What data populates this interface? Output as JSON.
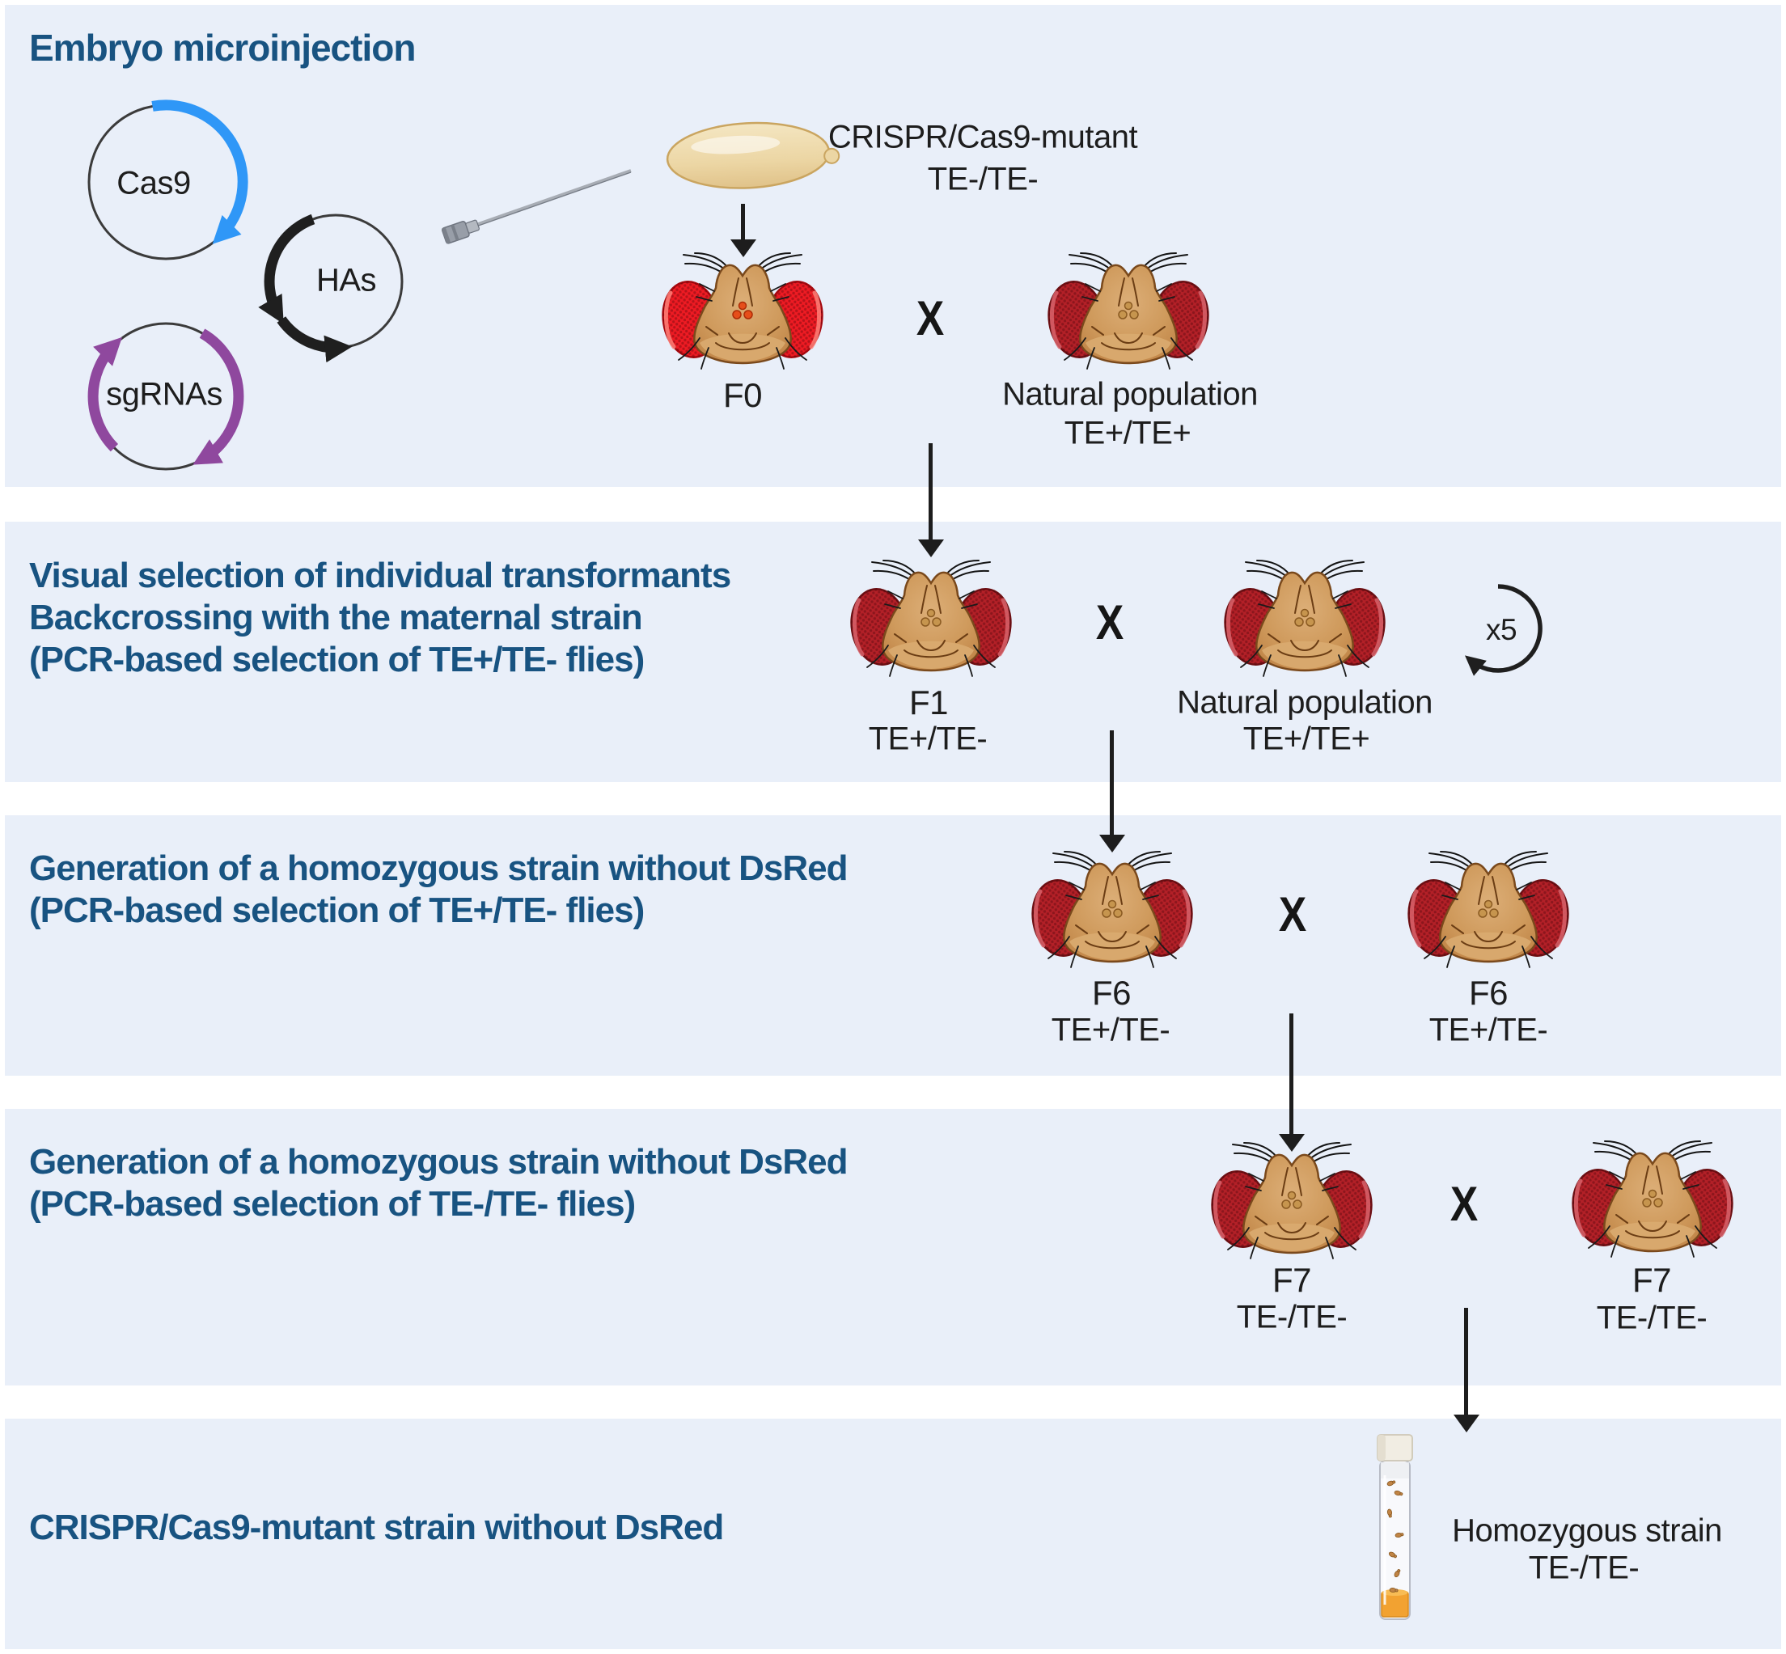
{
  "colors": {
    "panel_bg": "#e9eff9",
    "title_blue": "#185381",
    "text": "#1d1d1d",
    "cas9_arc": "#2f97f7",
    "has_arc": "#1f1f1f",
    "sgrna_arc": "#8f489e",
    "f0_eye_red": "#ee1b23",
    "wild_eye_red": "#b32027",
    "fly_head_tan": "#c68a4e",
    "embryo_cream": "#eed9a9",
    "vial_medium_orange": "#f2a231"
  },
  "panel1": {
    "title": "Embryo microinjection",
    "plasmid_cas9": "Cas9",
    "plasmid_has": "HAs",
    "plasmid_sgrnas": "sgRNAs",
    "injection_line1": "CRISPR/Cas9-mutant",
    "injection_line2": "TE-/TE-",
    "left_fly_label": "F0",
    "cross": "X",
    "right_fly_label": "Natural population",
    "right_fly_genotype": "TE+/TE+"
  },
  "panel2": {
    "title_line1": "Visual selection of individual transformants",
    "title_line2": "Backcrossing with the maternal strain",
    "title_line3": "(PCR-based selection of TE+/TE- flies)",
    "left_fly_label": "F1",
    "left_fly_genotype": "TE+/TE-",
    "cross": "X",
    "right_fly_label": "Natural population",
    "right_fly_genotype": "TE+/TE+",
    "repeat_label": "x5"
  },
  "panel3": {
    "title_line1": "Generation of a homozygous strain without DsRed",
    "title_line2": "(PCR-based selection of TE+/TE- flies)",
    "left_fly_label": "F6",
    "left_fly_genotype": "TE+/TE-",
    "cross": "X",
    "right_fly_label": "F6",
    "right_fly_genotype": "TE+/TE-"
  },
  "panel4": {
    "title_line1": "Generation of a homozygous strain without DsRed",
    "title_line2": "(PCR-based selection of TE-/TE- flies)",
    "left_fly_label": "F7",
    "left_fly_genotype": "TE-/TE-",
    "cross": "X",
    "right_fly_label": "F7",
    "right_fly_genotype": "TE-/TE-"
  },
  "panel5": {
    "title": "CRISPR/Cas9-mutant strain without DsRed",
    "vial_label_line1": "Homozygous strain",
    "vial_label_line2": "TE-/TE-"
  }
}
